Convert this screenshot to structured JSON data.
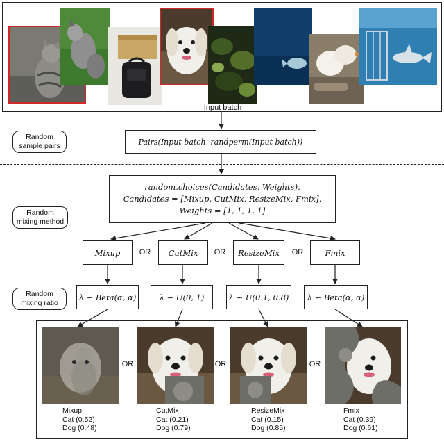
{
  "input_batch": {
    "label": "Input batch"
  },
  "steps": {
    "sample_pairs_label": "Random\nsample pairs",
    "mixing_method_label": "Random\nmixing method",
    "mixing_ratio_label": "Random\nmixing ratio"
  },
  "pairs_formula": "Pairs(Input batch, randperm(Input batch))",
  "choice_formula": {
    "line1": "random.choices(Candidates, Weights),",
    "line2": "Candidates = [Mixup, CutMix, ResizeMix, Fmix],",
    "line3": "Weights = [1, 1, 1, 1]"
  },
  "methods": [
    {
      "name": "Mixup",
      "ratio": "λ ∽ Beta(α, α)"
    },
    {
      "name": "CutMix",
      "ratio": "λ ∽ U(0, 1)"
    },
    {
      "name": "ResizeMix",
      "ratio": "λ ∽ U(0.1, 0.8)"
    },
    {
      "name": "Fmix",
      "ratio": "λ ∽ Beta(α, α)"
    }
  ],
  "or_label": "OR",
  "results": [
    {
      "method": "Mixup",
      "cat": "Cat (0.52)",
      "dog": "Dog (0.48)"
    },
    {
      "method": "CutMix",
      "cat": "Cat (0.21)",
      "dog": "Dog (0.79)"
    },
    {
      "method": "ResizeMix",
      "cat": "Cat (0.15)",
      "dog": "Dog (0.85)"
    },
    {
      "method": "Fmix",
      "cat": "Cat (0.39)",
      "dog": "Dog (0.61)"
    }
  ],
  "colors": {
    "selected_border": "#d02828",
    "line": "#222222"
  }
}
